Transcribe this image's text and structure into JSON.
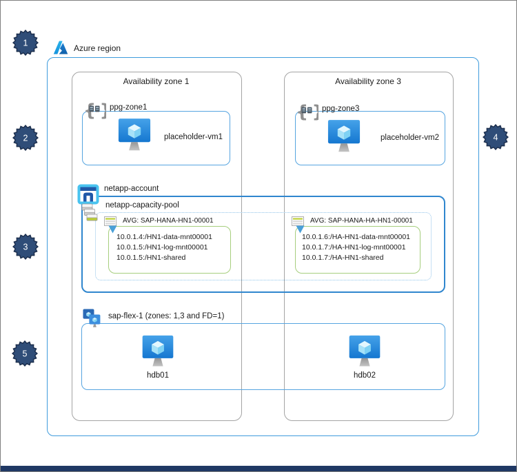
{
  "badges": [
    {
      "number": "1"
    },
    {
      "number": "2"
    },
    {
      "number": "3"
    },
    {
      "number": "4"
    },
    {
      "number": "5"
    }
  ],
  "region": {
    "label": "Azure region"
  },
  "zones": [
    {
      "title": "Availability zone 1",
      "ppg_label": "ppg-zone1",
      "vm_label": "placeholder-vm1"
    },
    {
      "title": "Availability zone 3",
      "ppg_label": "ppg-zone3",
      "vm_label": "placeholder-vm2"
    }
  ],
  "netapp": {
    "account_label": "netapp-account",
    "pool_label": "netapp-capacity-pool",
    "avgs": [
      {
        "label": "AVG: SAP-HANA-HN1-00001",
        "volumes": [
          "10.0.1.4:/HN1-data-mnt00001",
          "10.0.1.5:/HN1-log-mnt00001",
          "10.0.1.5:/HN1-shared"
        ]
      },
      {
        "label": "AVG: SAP-HANA-HA-HN1-00001",
        "volumes": [
          "10.0.1.6:/HA-HN1-data-mnt00001",
          "10.0.1.7:/HA-HN1-log-mnt00001",
          "10.0.1.7:/HA-HN1-shared"
        ]
      }
    ]
  },
  "flex": {
    "label": "sap-flex-1 (zones: 1,3 and FD=1)",
    "vms": [
      {
        "label": "hdb01"
      },
      {
        "label": "hdb02"
      }
    ]
  },
  "colors": {
    "region_border": "#3e9bdc",
    "zone_border": "#a3a3a3",
    "inner_blue": "#55a4e0",
    "netapp_blue": "#2f86ce",
    "pool_dotted": "#8fc2e9",
    "avg_green": "#a6ce7d",
    "badge_navy": "#2f4d78",
    "bottom_bar_navy": "#1f3864"
  }
}
